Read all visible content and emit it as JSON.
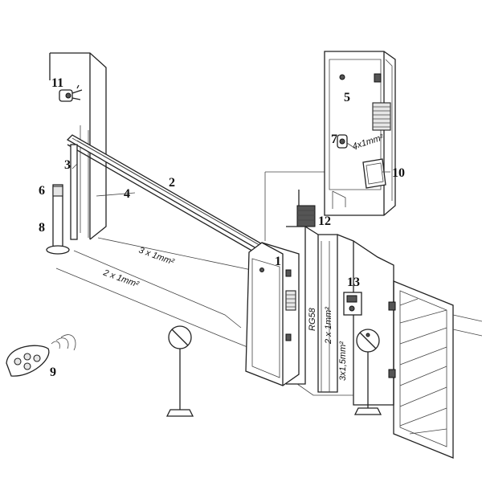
{
  "labels": {
    "n1": "1",
    "n2": "2",
    "n3": "3",
    "n4": "4",
    "n5": "5",
    "n6": "6",
    "n7": "7",
    "n8": "8",
    "n9": "9",
    "n10": "10",
    "n11": "11",
    "n12": "12",
    "n13": "13"
  },
  "cables": {
    "beam_cable": "3 x 1mm²",
    "photocell_cable": "2 x 1mm²",
    "antenna_cable": "RG58",
    "selector_cable": "2 x 1mm²",
    "lamp_cable": "3x1,5mm²",
    "box_cable": "4x1mm²"
  },
  "colors": {
    "line": "#222222",
    "panel": "#e6e6e6",
    "background": "#ffffff"
  }
}
